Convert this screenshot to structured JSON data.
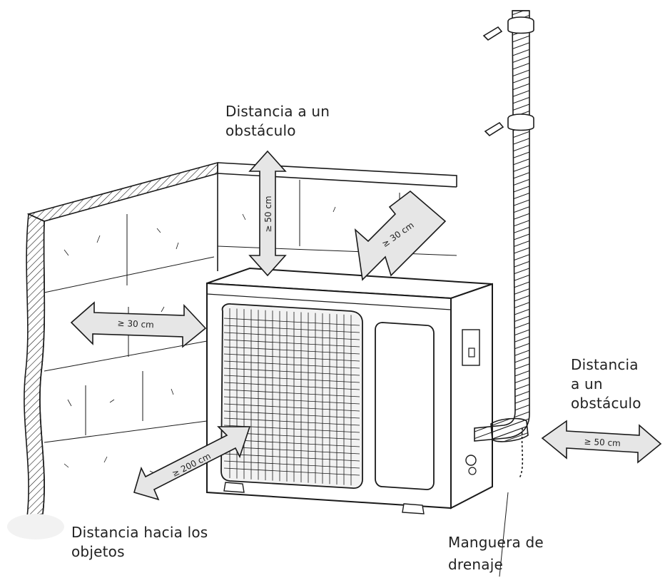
{
  "labels": {
    "top": [
      "Distancia a un",
      "obstáculo"
    ],
    "right": [
      "Distancia",
      "a un",
      "obstáculo"
    ],
    "bottom_left": [
      "Distancia hacia los",
      "objetos"
    ],
    "drain": [
      "Manguera de",
      "drenaje"
    ]
  },
  "arrows": {
    "top": "≥ 50 cm",
    "back": "≥ 30 cm",
    "left": "≥ 30 cm",
    "right": "≥ 50 cm",
    "front": "≥ 200 cm"
  },
  "colors": {
    "line": "#1a1a1a",
    "arrow_fill": "#e6e6e6",
    "grille_fill": "#f2f2f2"
  }
}
